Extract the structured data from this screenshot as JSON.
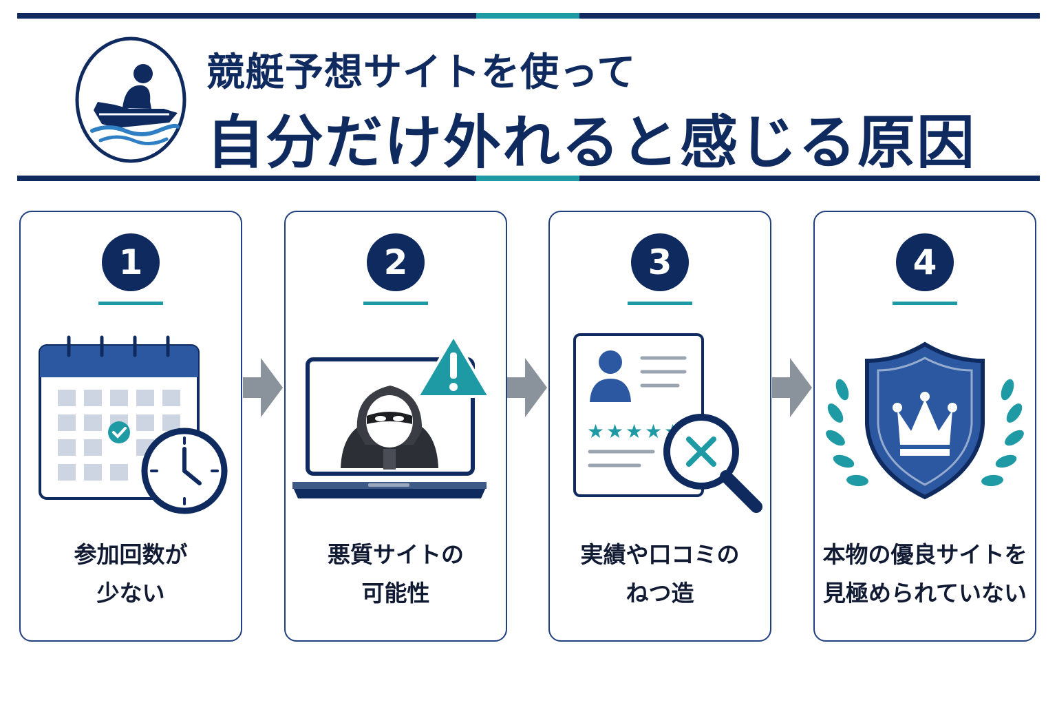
{
  "header": {
    "title_line1": "競艇予想サイトを使って",
    "title_line2": "自分だけ外れると感じる原因",
    "logo_icon": "speedboat-logo-icon"
  },
  "colors": {
    "navy": "#0f2a5f",
    "teal": "#1e9aa5",
    "arrow_gray": "#8a939c",
    "card_border": "#1f3f7f"
  },
  "cards": [
    {
      "number": "1",
      "line1": "参加回数が",
      "line2": "少ない",
      "icon": "calendar-clock-icon"
    },
    {
      "number": "2",
      "line1": "悪質サイトの",
      "line2": "可能性",
      "icon": "hacker-laptop-warning-icon"
    },
    {
      "number": "3",
      "line1": "実績や口コミの",
      "line2": "ねつ造",
      "icon": "review-magnifier-x-icon"
    },
    {
      "number": "4",
      "line1": "本物の優良サイトを",
      "line2": "見極められていない",
      "icon": "shield-crown-laurel-icon"
    }
  ]
}
